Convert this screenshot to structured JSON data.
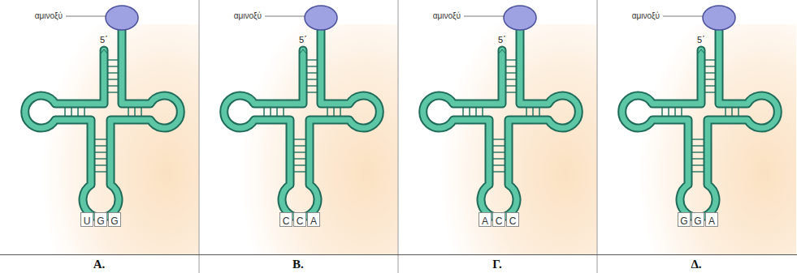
{
  "diagram": {
    "nodes": [
      {
        "text": [
          "U"
        ]
      },
      {
        "text": [
          "G"
        ]
      },
      {
        "text": [
          "G"
        ]
      },
      {
        "text": [
          "C"
        ]
      },
      {
        "text": [
          "C"
        ]
      },
      {
        "text": [
          "A"
        ]
      },
      {
        "text": [
          "A"
        ]
      },
      {
        "text": [
          "C"
        ]
      },
      {
        "text": [
          "C"
        ]
      },
      {
        "text": [
          "G"
        ]
      },
      {
        "text": [
          "G"
        ]
      },
      {
        "text": [
          "A"
        ]
      }
    ],
    "labels": [
      "αμινοξύ",
      "5΄",
      "αμινοξύ",
      "5΄",
      "αμινοξύ",
      "5΄",
      "αμινοξύ",
      "5΄",
      "Α.",
      "Β.",
      "Γ.",
      "Δ."
    ]
  }
}
